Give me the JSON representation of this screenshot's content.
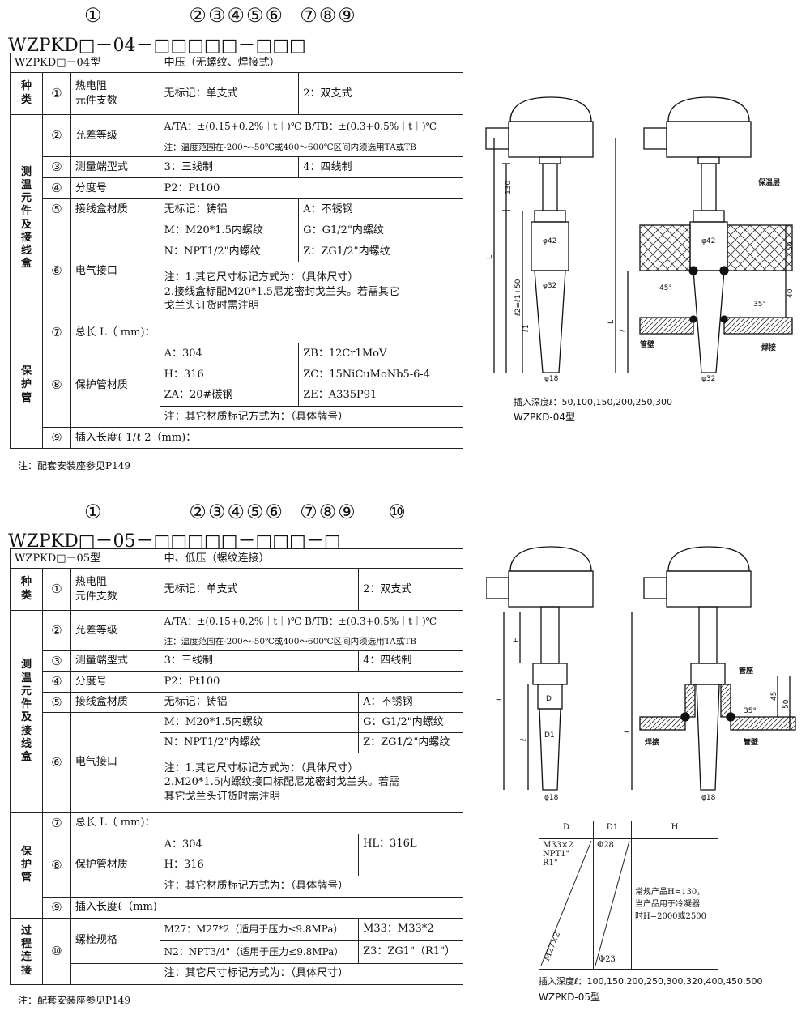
{
  "sec1": {
    "code_numbers": "①           ②③④⑤⑥  ⑦⑧⑨",
    "code_line": "WZPKD□－04－□□□□□－□□□",
    "header_left": "WZPKD□－04型",
    "header_right": "中压（无螺纹、焊接式）",
    "g_kind": "种\n类",
    "g_elem": "测\n温\n元\n件\n及\n接\n线\n盒",
    "g_prot": "保\n护\n管",
    "r1_no": "①",
    "r1_label": "热电阻\n元件支数",
    "r1_a": "无标记：单支式",
    "r1_b": "2：双支式",
    "r2_no": "②",
    "r2_label": "允差等级",
    "r2_a": "A/TA：±(0.15+0.2%｜t｜)℃ B/TB：±(0.3+0.5%｜t｜)℃",
    "r2_note": "注：温度范围在-200～-50℃或400～600℃区间内须选用TA或TB",
    "r3_no": "③",
    "r3_label": "测量端型式",
    "r3_a": "3：三线制",
    "r3_b": "4：四线制",
    "r4_no": "④",
    "r4_label": "分度号",
    "r4_a": "P2：Pt100",
    "r5_no": "⑤",
    "r5_label": "接线盒材质",
    "r5_a": "无标记：铸铝",
    "r5_b": "A：不锈钢",
    "r6_no": "⑥",
    "r6_label": "电气接口",
    "r6_a1": "M：M20*1.5内螺纹",
    "r6_b1": "G：G1/2\"内螺纹",
    "r6_a2": "N：NPT1/2\"内螺纹",
    "r6_b2": "Z：ZG1/2\"内螺纹",
    "r6_note": "注：1.其它尺寸标记方式为：（具体尺寸）\n2.接线盒标配M20*1.5尼龙密封戈兰头。若需其它\n戈兰头订货时需注明",
    "r7_no": "⑦",
    "r7_label": "总长 L（ mm)：",
    "r8_no": "⑧",
    "r8_label": "保护管材质",
    "r8_a1": "A：304",
    "r8_b1": "ZB：12Cr1MoV",
    "r8_a2": "H：316",
    "r8_b2": "ZC：15NiCuMoNb5-6-4",
    "r8_a3": "ZA：20#碳钢",
    "r8_b3": "ZE：A335P91",
    "r8_note": "注：其它材质标记方式为：（具体牌号）",
    "r9_no": "⑨",
    "r9_label": "插入长度ℓ 1/ℓ 2（mm)：",
    "footnote": "注：配套安装座参见P149",
    "fig_depth": "插入深度ℓ：50,100,150,200,250,300",
    "fig_model": "WZPKD-04型"
  },
  "sec2": {
    "code_numbers": "①           ②③④⑤⑥  ⑦⑧⑨    ⑩",
    "code_line": "WZPKD□－05－□□□□□－□□□－□",
    "header_left": "WZPKD□－05型",
    "header_right": "中、低压（螺纹连接）",
    "g_kind": "种\n类",
    "g_elem": "测\n温\n元\n件\n及\n接\n线\n盒",
    "g_prot": "保\n护\n管",
    "g_proc": "过\n程\n连\n接",
    "r1_no": "①",
    "r1_label": "热电阻\n元件支数",
    "r1_a": "无标记：单支式",
    "r1_b": "2：双支式",
    "r2_no": "②",
    "r2_label": "允差等级",
    "r2_a": "A/TA：±(0.15+0.2%｜t｜)℃ B/TB：±(0.3+0.5%｜t｜)℃",
    "r2_note": "注：温度范围在-200～-50℃或400～600℃区间内须选用TA或TB",
    "r3_no": "③",
    "r3_label": "测量端型式",
    "r3_a": "3：三线制",
    "r3_b": "4：四线制",
    "r4_no": "④",
    "r4_label": "分度号",
    "r4_a": "P2：Pt100",
    "r5_no": "⑤",
    "r5_label": "接线盒材质",
    "r5_a": "无标记：铸铝",
    "r5_b": "A：不锈钢",
    "r6_no": "⑥",
    "r6_label": "电气接口",
    "r6_a1": "M：M20*1.5内螺纹",
    "r6_b1": "G：G1/2\"内螺纹",
    "r6_a2": "N：NPT1/2\"内螺纹",
    "r6_b2": "Z：ZG1/2\"内螺纹",
    "r6_note": "注：1.其它尺寸标记方式为：（具体尺寸）\n2.M20*1.5内螺纹接口标配尼龙密封戈兰头。若需\n其它戈兰头订货时需注明",
    "r7_no": "⑦",
    "r7_label": "总长 L（ mm)：",
    "r8_no": "⑧",
    "r8_label": "保护管材质",
    "r8_a1": "A：304",
    "r8_b1": "HL：316L",
    "r8_a2": "H：316",
    "r8_note": "注：其它材质标记方式为：（具体牌号）",
    "r9_no": "⑨",
    "r9_label": "插入长度ℓ（mm)",
    "r10_no": "⑩",
    "r10_label": "螺栓规格",
    "r10_a1": "M27：M27*2（适用于压力≤9.8MPa）",
    "r10_b1": "M33：M33*2",
    "r10_a2": "N2：NPT3/4\"（适用于压力≤9.8MPa）",
    "r10_b2": "Z3：ZG1\"（R1\"）",
    "r10_note": "注：其它尺寸标记方式为：（具体尺寸）",
    "footnote": "注：配套安装座参见P149",
    "dim_table": {
      "h_d": "D",
      "h_d1": "D1",
      "h_h": "H",
      "d_top": "M33×2\nNPT1\"\nR1\"",
      "d_bottom": "M27×2",
      "d1_top": "Φ28",
      "d1_bottom": "Φ23",
      "h_text": "常规产品H=130，\n当产品用于冷凝器\n时H=2000或2500"
    },
    "fig_depth": "插入深度ℓ：100,150,200,250,300,320,400,450,500",
    "fig_model": "WZPKD-05型"
  },
  "drawing_labels": {
    "d130": "130",
    "l": "L",
    "ll": "ℓ",
    "l12": "ℓ2=ℓ1+50",
    "l1": "ℓ1",
    "phi42": "φ42",
    "phi32": "φ32",
    "phi18": "φ18",
    "insul": "保温层",
    "pipe": "管壁",
    "weld": "焊接",
    "d50": "50",
    "d40": "40",
    "a45": "45°",
    "a35": "35°",
    "h": "H",
    "seat": "管座",
    "d45": "45",
    "d1": "D1",
    "d": "D"
  }
}
